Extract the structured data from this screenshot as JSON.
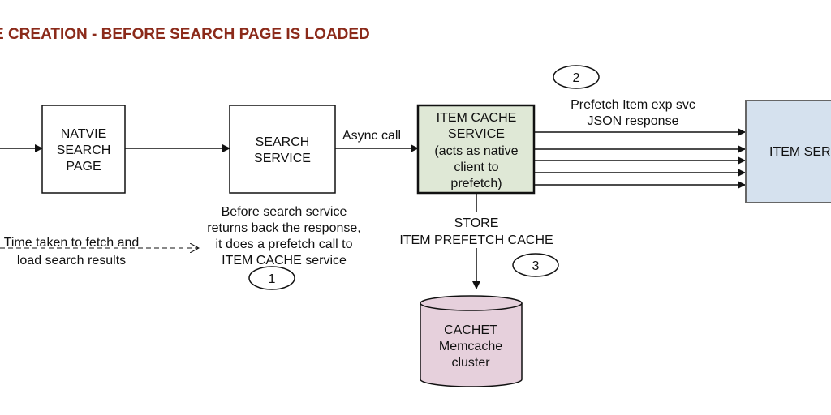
{
  "title": "E CREATION - BEFORE SEARCH PAGE IS LOADED",
  "colors": {
    "title": "#8b2a1a",
    "item_cache_fill": "#dfe8d6",
    "item_service_fill": "#d5e1ee",
    "cachet_fill": "#e6d0dc"
  },
  "nodes": {
    "native_search_page": [
      "NATVIE",
      "SEARCH",
      "PAGE"
    ],
    "search_service": [
      "SEARCH",
      "SERVICE"
    ],
    "item_cache_service": [
      "ITEM CACHE",
      "SERVICE",
      "(acts as native",
      "client to",
      "prefetch)"
    ],
    "item_service": [
      "ITEM SER"
    ],
    "cachet": [
      "CACHET",
      "Memcache",
      "cluster"
    ]
  },
  "edges": {
    "async_call": "Async call",
    "prefetch": [
      "Prefetch Item exp svc",
      "JSON response"
    ],
    "store": [
      "STORE",
      "ITEM PREFETCH CACHE"
    ]
  },
  "notes": {
    "search_note": [
      "Before search service",
      "returns back the response,",
      "it does a prefetch call to",
      "ITEM CACHE service"
    ],
    "time_note": [
      "Time taken to fetch and",
      "load search results"
    ]
  },
  "steps": [
    "1",
    "2",
    "3"
  ]
}
